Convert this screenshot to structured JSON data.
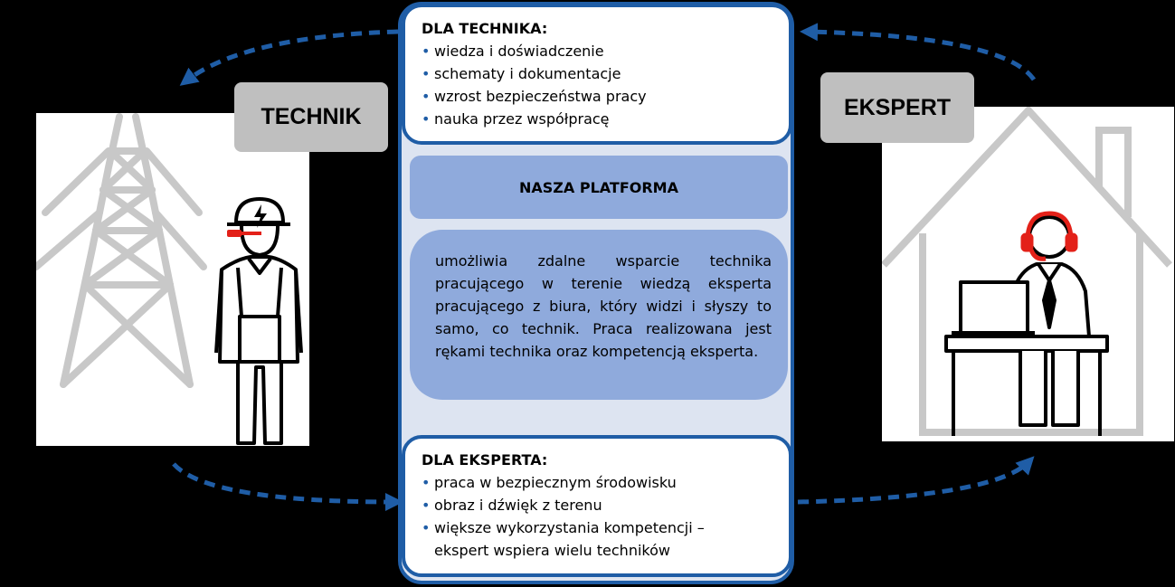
{
  "technician_card": {
    "heading": "DLA TECHNIKA:",
    "items": [
      "wiedza i doświadczenie",
      "schematy i dokumentacje",
      "wzrost bezpieczeństwa pracy",
      "nauka przez współpracę"
    ]
  },
  "platform": {
    "title": "NASZA PLATFORMA",
    "description": "umożliwia zdalne wsparcie technika pracującego w terenie wiedzą eksperta pracującego z biura, który widzi i słyszy to samo, co technik. Praca realizowana jest rękami technika oraz kompetencją eksperta."
  },
  "expert_card": {
    "heading": "DLA EKSPERTA:",
    "items": [
      "praca w bezpiecznym środowisku",
      "obraz i dźwięk z terenu"
    ],
    "item3_line1": "większe wykorzystania kompetencji –",
    "item3_line2": "ekspert wspiera wielu techników"
  },
  "roles": {
    "technik": "TECHNIK",
    "ekspert": "EKSPERT"
  },
  "colors": {
    "accent_blue": "#1f5da6",
    "platform_fill": "#8faadc",
    "column_fill": "#dde4f1",
    "label_gray": "#bfbfbf",
    "highlight_red": "#e32119"
  },
  "icons": {
    "left": [
      "power-pylon-icon",
      "technician-with-smart-glasses-icon"
    ],
    "right": [
      "house-outline-icon",
      "expert-with-headset-at-desk-icon"
    ]
  }
}
